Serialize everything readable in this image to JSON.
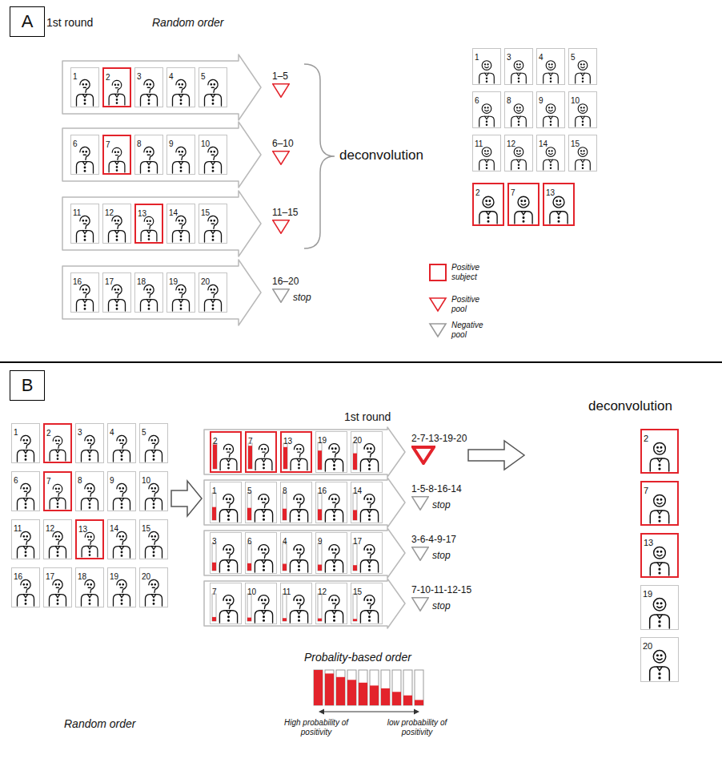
{
  "diagram": {
    "nodes": [
      {
        "text": [
          "A"
        ]
      },
      {
        "text": [
          "1"
        ]
      },
      {
        "text": [
          "2"
        ]
      },
      {
        "text": [
          "3"
        ]
      },
      {
        "text": [
          "4"
        ]
      },
      {
        "text": [
          "5"
        ]
      },
      {
        "text": [
          "1–5"
        ]
      },
      {
        "text": [
          "6"
        ]
      },
      {
        "text": [
          "7"
        ]
      },
      {
        "text": [
          "8"
        ]
      },
      {
        "text": [
          "9"
        ]
      },
      {
        "text": [
          "10"
        ]
      },
      {
        "text": [
          "6–10"
        ]
      },
      {
        "text": [
          "11"
        ]
      },
      {
        "text": [
          "12"
        ]
      },
      {
        "text": [
          "13"
        ]
      },
      {
        "text": [
          "14"
        ]
      },
      {
        "text": [
          "15"
        ]
      },
      {
        "text": [
          "11–15"
        ]
      },
      {
        "text": [
          "16"
        ]
      },
      {
        "text": [
          "17"
        ]
      },
      {
        "text": [
          "18"
        ]
      },
      {
        "text": [
          "19"
        ]
      },
      {
        "text": [
          "20"
        ]
      },
      {
        "text": [
          "16–20",
          "stop"
        ]
      },
      {
        "text": [
          "1"
        ]
      },
      {
        "text": [
          "3"
        ]
      },
      {
        "text": [
          "4"
        ]
      },
      {
        "text": [
          "5"
        ]
      },
      {
        "text": [
          "6"
        ]
      },
      {
        "text": [
          "8"
        ]
      },
      {
        "text": [
          "9"
        ]
      },
      {
        "text": [
          "10"
        ]
      },
      {
        "text": [
          "11"
        ]
      },
      {
        "text": [
          "12"
        ]
      },
      {
        "text": [
          "14"
        ]
      },
      {
        "text": [
          "15"
        ]
      },
      {
        "text": [
          "2"
        ]
      },
      {
        "text": [
          "7"
        ]
      },
      {
        "text": [
          "13"
        ]
      },
      {
        "text": [
          "B"
        ]
      },
      {
        "text": [
          "1"
        ]
      },
      {
        "text": [
          "2"
        ]
      },
      {
        "text": [
          "3"
        ]
      },
      {
        "text": [
          "4"
        ]
      },
      {
        "text": [
          "5"
        ]
      },
      {
        "text": [
          "6"
        ]
      },
      {
        "text": [
          "7"
        ]
      },
      {
        "text": [
          "8"
        ]
      },
      {
        "text": [
          "9"
        ]
      },
      {
        "text": [
          "10"
        ]
      },
      {
        "text": [
          "11"
        ]
      },
      {
        "text": [
          "12"
        ]
      },
      {
        "text": [
          "13"
        ]
      },
      {
        "text": [
          "14"
        ]
      },
      {
        "text": [
          "15"
        ]
      },
      {
        "text": [
          "16"
        ]
      },
      {
        "text": [
          "17"
        ]
      },
      {
        "text": [
          "18"
        ]
      },
      {
        "text": [
          "19"
        ]
      },
      {
        "text": [
          "20"
        ]
      },
      {
        "text": [
          "2"
        ]
      },
      {
        "text": [
          "7"
        ]
      },
      {
        "text": [
          "13"
        ]
      },
      {
        "text": [
          "19"
        ]
      },
      {
        "text": [
          "20"
        ]
      },
      {
        "text": [
          "2-7-13-19-20"
        ]
      },
      {
        "text": [
          "1"
        ]
      },
      {
        "text": [
          "5"
        ]
      },
      {
        "text": [
          "8"
        ]
      },
      {
        "text": [
          "16"
        ]
      },
      {
        "text": [
          "14"
        ]
      },
      {
        "text": [
          "1-5-8-16-14",
          "stop"
        ]
      },
      {
        "text": [
          "3"
        ]
      },
      {
        "text": [
          "6"
        ]
      },
      {
        "text": [
          "4"
        ]
      },
      {
        "text": [
          "9"
        ]
      },
      {
        "text": [
          "17"
        ]
      },
      {
        "text": [
          "3-6-4-9-17",
          "stop"
        ]
      },
      {
        "text": [
          "7"
        ]
      },
      {
        "text": [
          "10"
        ]
      },
      {
        "text": [
          "11"
        ]
      },
      {
        "text": [
          "12"
        ]
      },
      {
        "text": [
          "15"
        ]
      },
      {
        "text": [
          "7-10-11-12-15",
          "stop"
        ]
      },
      {
        "text": [
          "2"
        ]
      },
      {
        "text": [
          "7"
        ]
      },
      {
        "text": [
          "13"
        ]
      },
      {
        "text": [
          "19"
        ]
      },
      {
        "text": [
          "20"
        ]
      }
    ],
    "labels": [
      "1st round",
      "Random order",
      "deconvolution",
      "1st round",
      "deconvolution",
      "Random order",
      "Probality-based order",
      "High probability of positivity",
      "low probability of positivity"
    ],
    "legend": [
      {
        "text": "Positive subject"
      },
      {
        "text": "Positive pool"
      },
      {
        "text": "Negative pool"
      }
    ]
  }
}
